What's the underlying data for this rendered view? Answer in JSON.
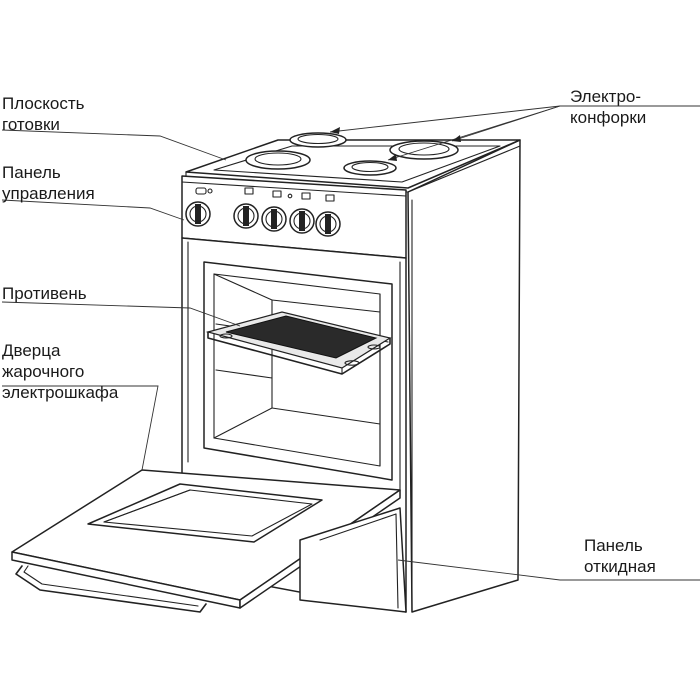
{
  "labels": {
    "cooking_surface": "Плоскость\nготовки",
    "control_panel": "Панель\nуправления",
    "baking_tray": "Противень",
    "oven_door": "Дверца\nжарочного\nэлектрошкафа",
    "hotplates": "Электро-\nконфорки",
    "bottom_panel": "Панель\nоткидная"
  }
}
